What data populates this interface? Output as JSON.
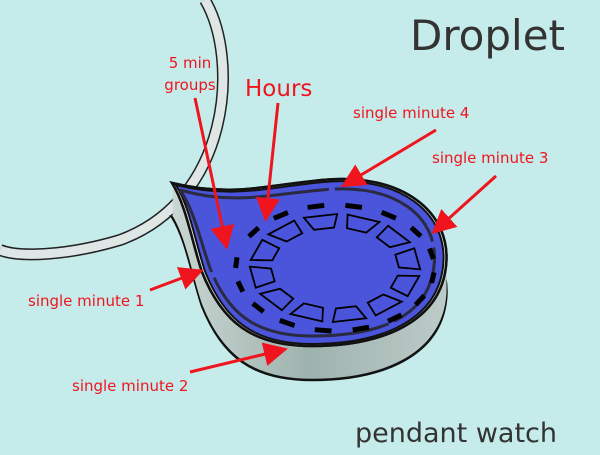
{
  "title": "Droplet",
  "subtitle": "pendant watch",
  "labels": {
    "five_min_line1": "5 min",
    "five_min_line2": "groups",
    "hours": "Hours",
    "single_minute_1": "single minute 1",
    "single_minute_2": "single minute 2",
    "single_minute_3": "single minute 3",
    "single_minute_4": "single minute 4"
  },
  "colors": {
    "background": "#c5ecea",
    "face": "#4b55dc",
    "case": "#a9bcb8",
    "label": "#f0141e",
    "title": "#333333"
  }
}
